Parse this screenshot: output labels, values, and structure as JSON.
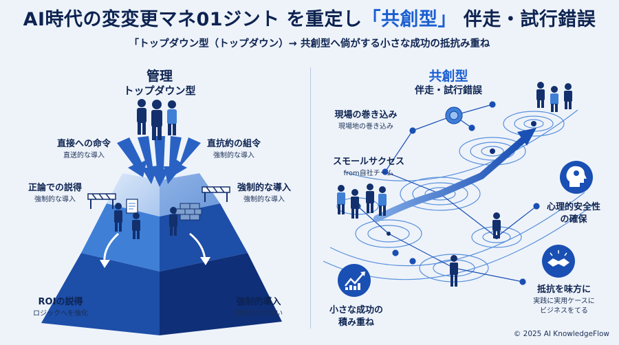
{
  "header": {
    "title_main": "AI時代の変変更マネ01ジント を重定し",
    "title_highlight": "「共創型」",
    "title_tail": "伴走・試行錯誤",
    "subtitle": "「トップダウン型（トップダウン）→ 共創型へ倘がする小さな成功の抵抗み重ね"
  },
  "left": {
    "heading": "管理",
    "subheading": "トップダウン型",
    "labels": [
      {
        "title": "直接への命令",
        "sub": "直送的な導入"
      },
      {
        "title": "直抗約の組令",
        "sub": "強制的な導入"
      },
      {
        "title": "正論での説得",
        "sub": "強制的な導入"
      },
      {
        "title": "強制的な導入",
        "sub": "強制的な導入"
      },
      {
        "title": "ROIの説得",
        "sub": "ロジックへを強化"
      },
      {
        "title": "強制的導入",
        "sub": "強制的なが多い"
      }
    ]
  },
  "right": {
    "heading": "共創型",
    "subheading": "伴走・試行錯誤",
    "labels": [
      {
        "title": "現場の巻き込み",
        "sub": "現場地の巻き込み"
      },
      {
        "title": "スモールサクセス",
        "sub": "from自社チーム"
      },
      {
        "title": "心理的安全性",
        "sub": "の確保"
      },
      {
        "title": "小さな成功の",
        "sub": "積み重ね"
      },
      {
        "title": "抵抗を味方に",
        "sub": "実践に実用ケースに",
        "sub2": "ビジネスをてる"
      }
    ]
  },
  "footer": "© 2025 AI KnowledgeFlow",
  "colors": {
    "navy": "#0d2350",
    "blue": "#1a5fd1",
    "mid": "#3f7fd6",
    "light": "#cfe0f7"
  },
  "icons": [
    "person-icon",
    "barricade-icon",
    "brick-wall-icon",
    "document-icon",
    "target-icon",
    "head-gear-icon",
    "chart-icon",
    "handshake-icon"
  ]
}
